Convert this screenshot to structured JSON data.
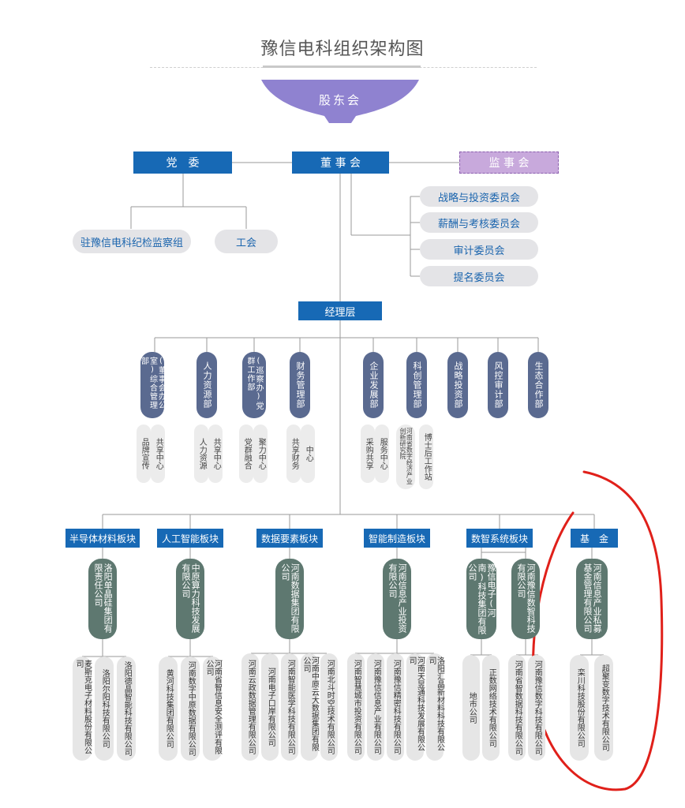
{
  "title": "豫信电科组织架构图",
  "shareholders": "股东会",
  "party": "党　委",
  "board": "董 事 会",
  "supervisory": "监 事 会",
  "party_children": [
    "驻豫信电科纪检监察组",
    "工会"
  ],
  "committees": [
    "战略与投资委员会",
    "薪酬与考核委员会",
    "审计委员会",
    "提名委员会"
  ],
  "management": "经理层",
  "departments": [
    "(董事会办公室)综合管理部",
    "人力资源部",
    "(巡察办)党群工作部",
    "财务管理部",
    "企业发展部",
    "科创管理部",
    "战略投资部",
    "风控审计部",
    "生态合作部"
  ],
  "dept_subs": [
    [
      "品牌宣传",
      "共享中心"
    ],
    [
      "人力资源",
      "共享中心"
    ],
    [
      "党群融合",
      "聚力中心"
    ],
    [
      "共享财务",
      "中心"
    ],
    [
      "采购共享",
      "服务中心"
    ],
    [
      "河南省数字经济产业创新研究院",
      "博士后工作站"
    ]
  ],
  "segments": [
    "半导体材料板块",
    "人工智能板块",
    "数据要素板块",
    "智能制造板块",
    "数智系统板块",
    "基　金"
  ],
  "groups": [
    "洛阳单晶硅集团有限责任公司",
    "中原算力科技发展有限公司",
    "河南数据集团有限公司",
    "河南信息产业投资有限公司",
    "豫信电子(河南)科技集团有限公司",
    "河南豫信数智科技有限公司",
    "河南信息产业私募基金管理有限公司"
  ],
  "companies": [
    [
      "麦斯克电子材料股份有限公司",
      "洛阳尔阳科技有限公司",
      "洛阳德晶智能科技有限公司"
    ],
    [
      "黄河科技集团有限公司",
      "河南数字中原数据有限公司",
      "河南省智信息安全测评有限公司"
    ],
    [
      "河南云政数据管理有限公司",
      "河南电子口岸有限公司",
      "河南智能医学科技有限公司",
      "河南中原云大数据集团有限公司",
      "河南北斗时空技术有限公司"
    ],
    [
      "河南智慧城市投资有限公司",
      "河南豫信信息产业有限公司",
      "河南豫信精密科技有限公司",
      "河南天昱通科技发展有限公司",
      "洛阳汇晶新材料科技有限公司"
    ],
    [
      "地市公司",
      "正数网络技术有限公司",
      "河南省智数据科技有限公司",
      "河南豫信数字科技有限公司"
    ],
    [
      "栾川科技股份有限公司",
      "超聚变数字技术有限公司"
    ]
  ]
}
